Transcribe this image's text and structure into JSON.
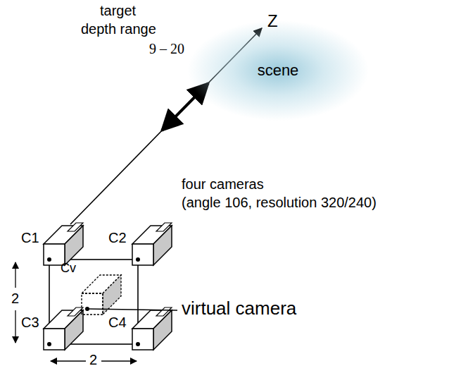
{
  "diagram": {
    "nodes": [
      {
        "text": [
          "scene"
        ]
      }
    ],
    "labels": [
      "target",
      "depth range",
      "9 – 20",
      "Z",
      "C1",
      "C2",
      "four cameras",
      "(angle 106, resolution 320/240)",
      "Cv",
      "virtual camera",
      "C3",
      "C4",
      "2",
      "2"
    ]
  }
}
